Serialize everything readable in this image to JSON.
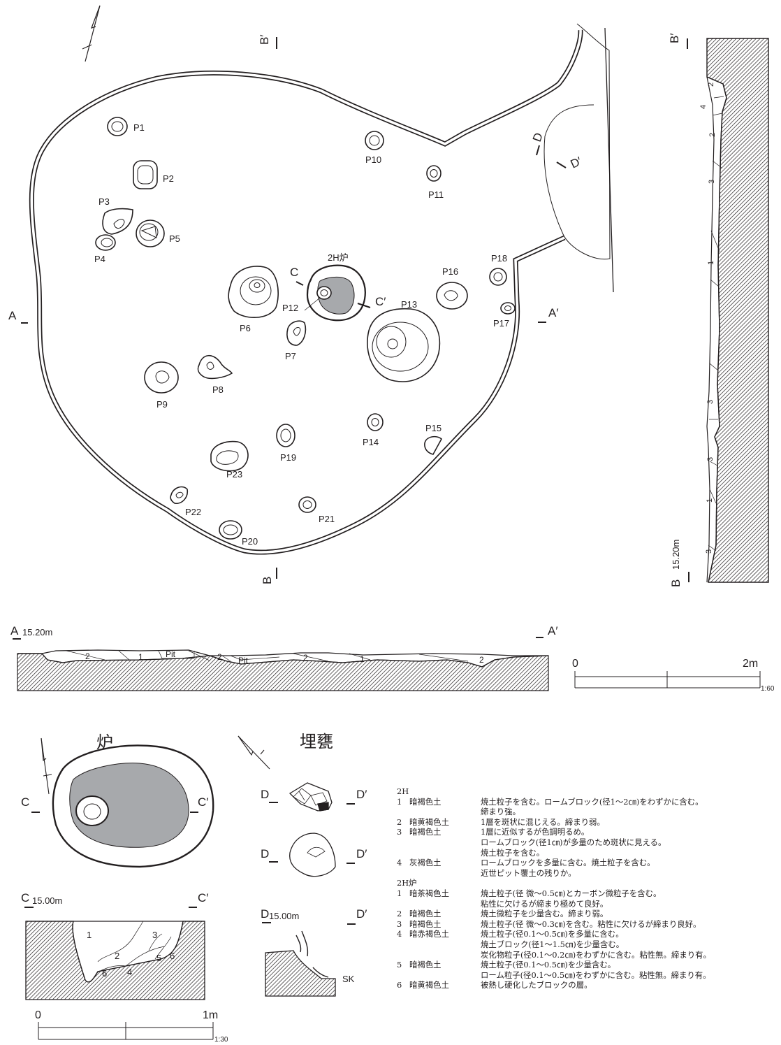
{
  "plan": {
    "pits": [
      {
        "id": "P1",
        "label": "P1"
      },
      {
        "id": "P2",
        "label": "P2"
      },
      {
        "id": "P3",
        "label": "P3"
      },
      {
        "id": "P4",
        "label": "P4"
      },
      {
        "id": "P5",
        "label": "P5"
      },
      {
        "id": "P6",
        "label": "P6"
      },
      {
        "id": "P7",
        "label": "P7"
      },
      {
        "id": "P8",
        "label": "P8"
      },
      {
        "id": "P9",
        "label": "P9"
      },
      {
        "id": "P10",
        "label": "P10"
      },
      {
        "id": "P11",
        "label": "P11"
      },
      {
        "id": "P12",
        "label": "P12"
      },
      {
        "id": "P13",
        "label": "P13"
      },
      {
        "id": "P14",
        "label": "P14"
      },
      {
        "id": "P15",
        "label": "P15"
      },
      {
        "id": "P16",
        "label": "P16"
      },
      {
        "id": "P17",
        "label": "P17"
      },
      {
        "id": "P18",
        "label": "P18"
      },
      {
        "id": "P19",
        "label": "P19"
      },
      {
        "id": "P20",
        "label": "P20"
      },
      {
        "id": "P21",
        "label": "P21"
      },
      {
        "id": "P22",
        "label": "P22"
      },
      {
        "id": "P23",
        "label": "P23"
      }
    ],
    "hearth_label": "2H炉",
    "markers": {
      "A": "A",
      "A_prime": "A′",
      "B": "B",
      "B_prime": "B′",
      "C": "C",
      "C_prime": "C′",
      "D": "D",
      "D_prime": "D′"
    }
  },
  "section_ab": {
    "elevation": "15.20m",
    "layer_labels": [
      "2",
      "1",
      "Pit",
      "2",
      "Pit",
      "2",
      "1",
      "2"
    ]
  },
  "section_b": {
    "elevation": "15.20m",
    "layer_labels": [
      "2",
      "4",
      "2",
      "3",
      "1",
      "3",
      "3",
      "1",
      "3"
    ]
  },
  "scale_60": {
    "zero": "0",
    "max": "2m",
    "ratio": "1:60"
  },
  "hearth_detail": {
    "title": "炉",
    "c_label": "C",
    "c_prime_label": "C′",
    "section_elevation": "15.00m",
    "layer_labels": [
      "1",
      "2",
      "3",
      "4",
      "5",
      "6",
      "6"
    ]
  },
  "jar_detail": {
    "title": "埋甕",
    "d_label": "D",
    "d_prime_label": "D′",
    "section_elevation": "15.00m",
    "sk_label": "SK"
  },
  "scale_30": {
    "zero": "0",
    "max": "1m",
    "ratio": "1:30"
  },
  "notes": {
    "groups": [
      {
        "title": "2H",
        "lines": [
          {
            "no": "1",
            "soil": "暗褐色土",
            "desc": "焼土粒子を含む。ロームブロック(径1〜2㎝)をわずかに含む。"
          },
          {
            "no": "",
            "soil": "",
            "desc": "締まり強。"
          },
          {
            "no": "2",
            "soil": "暗黄褐色土",
            "desc": "1層を斑状に混じえる。締まり弱。"
          },
          {
            "no": "3",
            "soil": "暗褐色土",
            "desc": "1層に近似するが色調明るめ。"
          },
          {
            "no": "",
            "soil": "",
            "desc": "ロームブロック(径1㎝)が多量のため斑状に見える。"
          },
          {
            "no": "",
            "soil": "",
            "desc": "焼土粒子を含む。"
          },
          {
            "no": "4",
            "soil": "灰褐色土",
            "desc": "ロームブロックを多量に含む。焼土粒子を含む。"
          },
          {
            "no": "",
            "soil": "",
            "desc": "近世ピット覆土の残りか。"
          }
        ]
      },
      {
        "title": "2H炉",
        "lines": [
          {
            "no": "1",
            "soil": "暗茶褐色土",
            "desc": "焼土粒子(径 微〜0.5㎝)とカーボン微粒子を含む。"
          },
          {
            "no": "",
            "soil": "",
            "desc": "粘性に欠けるが締まり極めて良好。"
          },
          {
            "no": "2",
            "soil": "暗褐色土",
            "desc": "焼土微粒子を少量含む。締まり弱。"
          },
          {
            "no": "3",
            "soil": "暗褐色土",
            "desc": "焼土粒子(径 微〜0.3㎝)を含む。粘性に欠けるが締まり良好。"
          },
          {
            "no": "4",
            "soil": "暗赤褐色土",
            "desc": "焼土粒子(径0.1〜0.5㎝)を多量に含む。"
          },
          {
            "no": "",
            "soil": "",
            "desc": "焼土ブロック(径1〜1.5㎝)を少量含む。"
          },
          {
            "no": "",
            "soil": "",
            "desc": "炭化物粒子(径0.1〜0.2㎝)をわずかに含む。粘性無。締まり有。"
          },
          {
            "no": "5",
            "soil": "暗褐色土",
            "desc": "焼土粒子(径0.1〜0.5㎝)を少量含む。"
          },
          {
            "no": "",
            "soil": "",
            "desc": "ローム粒子(径0.1〜0.5㎝)をわずかに含む。粘性無。締まり有。"
          },
          {
            "no": "6",
            "soil": "暗黄褐色土",
            "desc": "被熱し硬化したブロックの層。"
          }
        ]
      }
    ]
  }
}
